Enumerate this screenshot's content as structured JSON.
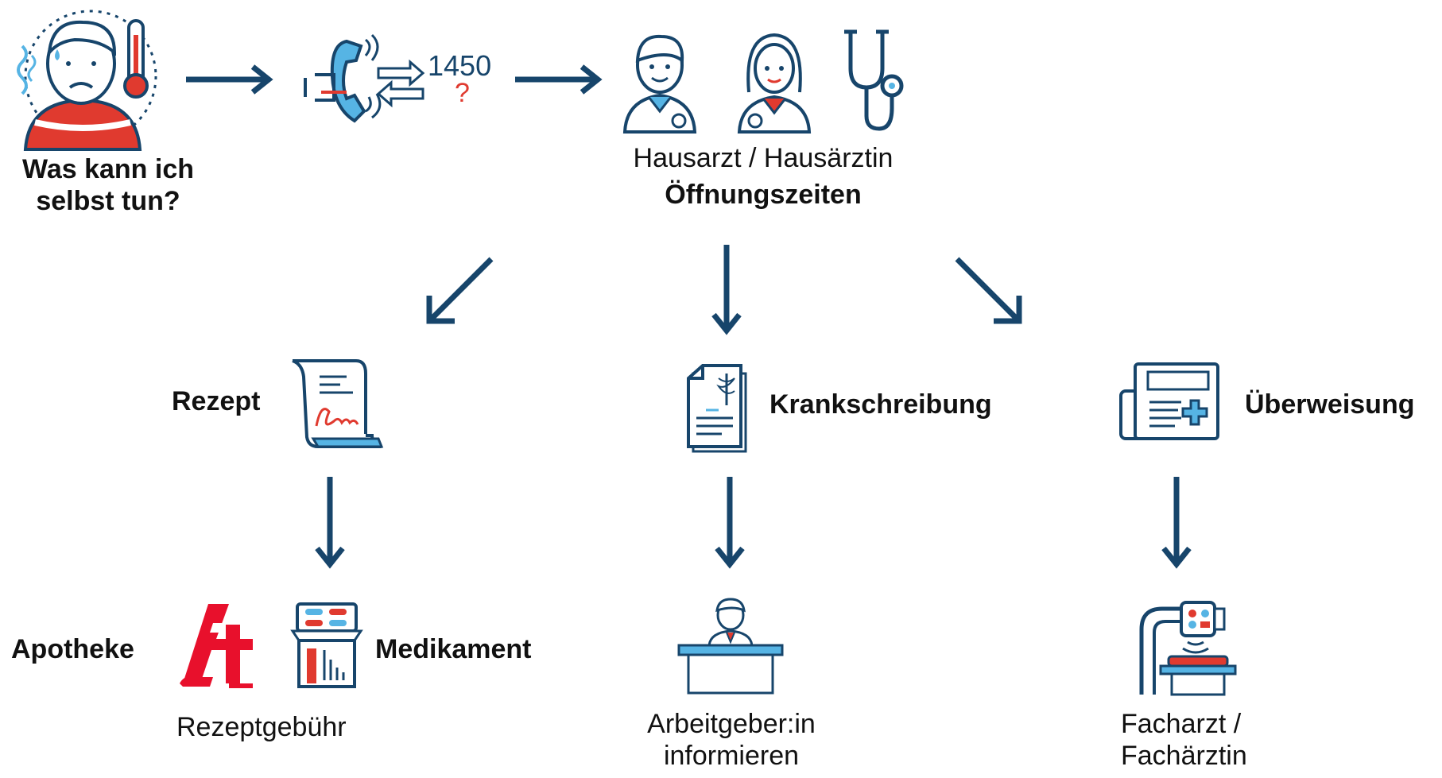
{
  "start": {
    "title_line1": "Was kann ich",
    "title_line2": "selbst tun?",
    "icon": "sick-person-thermometer-icon"
  },
  "hotline": {
    "number": "1450",
    "question_mark": "?",
    "icon": "phone-call-icon"
  },
  "gp": {
    "label": "Hausarzt / Hausärztin",
    "hours": "Öffnungszeiten",
    "icons": [
      "male-doctor-icon",
      "female-doctor-icon",
      "stethoscope-icon"
    ]
  },
  "branches": {
    "prescription": {
      "label": "Rezept",
      "icon": "prescription-scroll-icon",
      "next": {
        "pharmacy": "Apotheke",
        "medication": "Medikament",
        "fee": "Rezeptgebühr",
        "icons": [
          "pharmacy-logo-icon",
          "medicine-box-icon"
        ]
      }
    },
    "sick_note": {
      "label": "Krankschreibung",
      "icon": "medical-certificate-icon",
      "next": {
        "line1": "Arbeitgeber:in",
        "line2": "informieren",
        "icon": "employer-desk-icon"
      }
    },
    "referral": {
      "label": "Überweisung",
      "icon": "referral-document-icon",
      "next": {
        "line1": "Facharzt /",
        "line2": "Fachärztin",
        "icon": "medical-scanner-icon"
      }
    }
  },
  "colors": {
    "navy": "#17456b",
    "red": "#e03a2f",
    "light_blue": "#56b4e4",
    "text": "#111111"
  }
}
